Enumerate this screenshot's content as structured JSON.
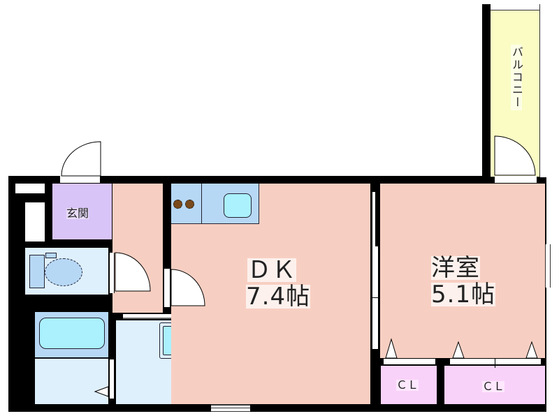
{
  "floor_plan": {
    "rooms": [
      {
        "id": "entrance",
        "label": "玄関",
        "color": "#d9c4f7"
      },
      {
        "id": "corridor",
        "label": "",
        "color": "#f7cfc2"
      },
      {
        "id": "toilet",
        "label": "",
        "color": "#dff0fd"
      },
      {
        "id": "bath",
        "label": "",
        "color": "#dff0fd"
      },
      {
        "id": "washroom",
        "label": "",
        "color": "#dff0fd"
      },
      {
        "id": "dk",
        "label_line1": "ＤＫ",
        "label_line2": "7.4帖",
        "color": "#f7cfc2"
      },
      {
        "id": "western",
        "label_line1": "洋室",
        "label_line2": "5.1帖",
        "color": "#f7cfc2"
      },
      {
        "id": "closet1",
        "label": "ＣＬ",
        "color": "#f9d2f9"
      },
      {
        "id": "closet2",
        "label": "ＣＬ",
        "color": "#f9d2f9"
      },
      {
        "id": "balcony",
        "label": "バルコニー",
        "color": "#fafcc4"
      }
    ],
    "labels": {
      "entrance": "玄関",
      "dk_name": "ＤＫ",
      "dk_size": "7.4帖",
      "western_name": "洋室",
      "western_size": "5.1帖",
      "closet1": "ＣＬ",
      "closet2": "ＣＬ",
      "balcony": "バルコニー"
    },
    "fixtures": [
      "stove-burners",
      "kitchen-sink",
      "toilet",
      "bathtub",
      "washbasin",
      "washing-machine-pan"
    ],
    "colors": {
      "wall": "#000000",
      "wet_area": "#dff0fd",
      "fixture_blue": "#b7d8f5",
      "fixture_cyan": "#aaf0fd",
      "burner": "#7a4a1c"
    }
  }
}
